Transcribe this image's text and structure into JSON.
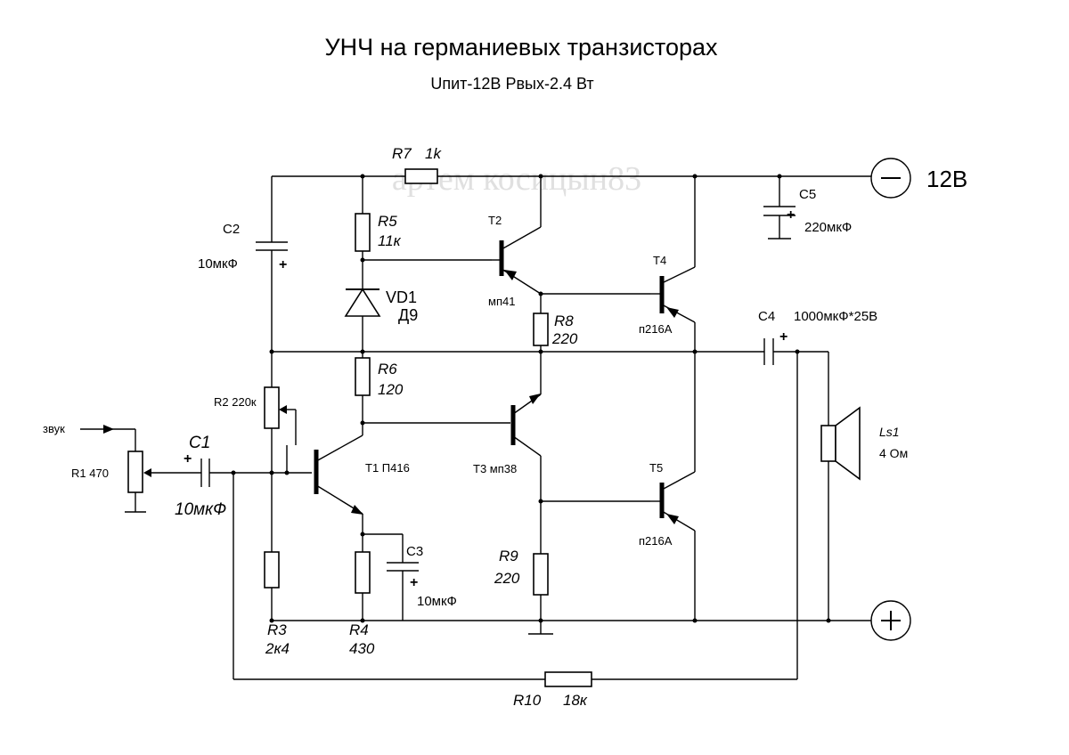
{
  "title": "УНЧ на германиевых транзисторах",
  "subtitle": "Uпит-12В Pвых-2.4 Вт",
  "watermark": "артем косицын83",
  "supply": {
    "neg_label": "12В"
  },
  "input_label": "звук",
  "components": {
    "R1": {
      "name": "R1 470"
    },
    "R2": {
      "name": "R2 220к"
    },
    "R3": {
      "name": "R3",
      "value": "2к4"
    },
    "R4": {
      "name": "R4",
      "value": "430"
    },
    "R5": {
      "name": "R5",
      "value": "11к"
    },
    "R6": {
      "name": "R6",
      "value": "120"
    },
    "R7": {
      "name": "R7",
      "value": "1k"
    },
    "R8": {
      "name": "R8",
      "value": "220"
    },
    "R9": {
      "name": "R9",
      "value": "220"
    },
    "R10": {
      "name": "R10",
      "value": "18к"
    },
    "C1": {
      "name": "C1",
      "value": "10мкФ"
    },
    "C2": {
      "name": "C2",
      "value": "10мкФ"
    },
    "C3": {
      "name": "C3",
      "value": "10мкФ"
    },
    "C4": {
      "name": "C4",
      "value": "1000мкФ*25В"
    },
    "C5": {
      "name": "C5",
      "value": "220мкФ"
    },
    "VD1": {
      "name": "VD1",
      "value": "Д9"
    },
    "T1": {
      "name": "T1 П416"
    },
    "T2": {
      "name": "T2",
      "value": "мп41"
    },
    "T3": {
      "name": "T3 мп38"
    },
    "T4": {
      "name": "T4",
      "value": "п216А"
    },
    "T5": {
      "name": "T5",
      "value": "п216А"
    },
    "Ls1": {
      "name": "Ls1",
      "value": "4 Ом"
    }
  },
  "symbols": {
    "plus": "+",
    "minus_icon": "minus-in-circle",
    "plus_icon": "plus-in-circle"
  }
}
